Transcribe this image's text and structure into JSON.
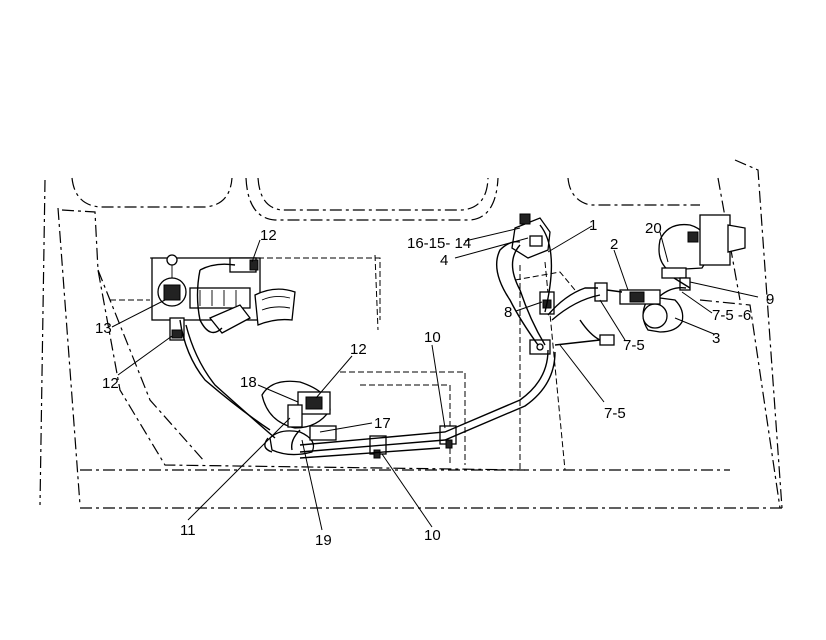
{
  "labels": {
    "l1": "1",
    "l2": "2",
    "l3": "3",
    "l4": "4",
    "l5": "16-15- 14",
    "l6": "20",
    "l7": "9",
    "l8": "7-5 -6",
    "l9": "7-5",
    "l10": "8",
    "l11": "7-5",
    "l12": "12",
    "l13": "13",
    "l14": "12",
    "l15": "12",
    "l16": "18",
    "l17": "17",
    "l18": "10",
    "l19": "10",
    "l20": "11",
    "l21": "19"
  }
}
